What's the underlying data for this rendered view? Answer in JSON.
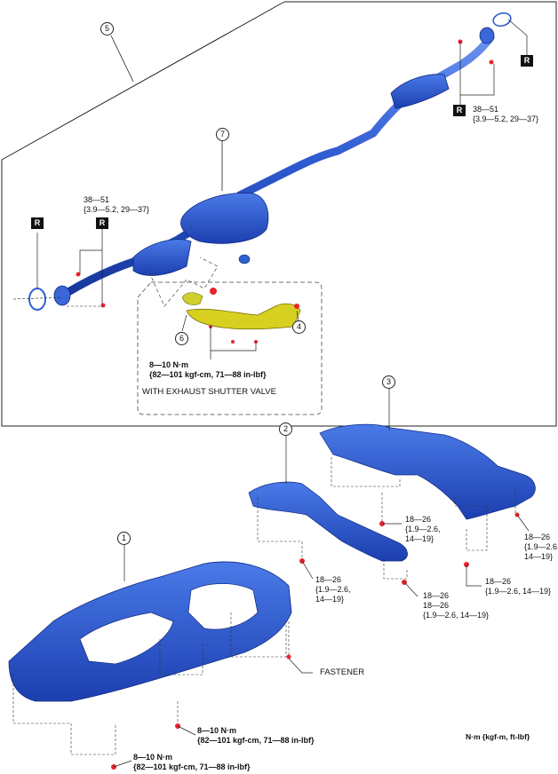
{
  "callouts": {
    "c1": "1",
    "c2": "2",
    "c3": "3",
    "c4": "4",
    "c5": "5",
    "c6": "6",
    "c7": "7"
  },
  "r_markers": {
    "r1": "R",
    "r2": "R",
    "r3": "R",
    "r4": "R"
  },
  "torques": {
    "exhaust_rear": {
      "line1": "38—51",
      "line2": "{3.9—5.2, 29—37}"
    },
    "exhaust_front": {
      "line1": "38—51",
      "line2": "{3.9—5.2, 29—37}"
    },
    "shutter": {
      "line1": "8—10 N·m",
      "line2": "{82—101 kgf-cm, 71—88 in-lbf}"
    },
    "cover3_left": {
      "line1": "18—26",
      "line2": "{1.9—2.6,",
      "line3": "14—19}"
    },
    "cover3_right": {
      "line1": "18—26",
      "line2": "{1.9—2.6,",
      "line3": "14—19}"
    },
    "cover3_bottom": {
      "line1": "18—26",
      "line2": "{1.9—2.6, 14—19}"
    },
    "cover2_left": {
      "line1": "18—26",
      "line2": "{1.9—2.6,",
      "line3": "14—19}"
    },
    "cover2_right": {
      "line1": "18—26",
      "line2": "18—26",
      "line3": "{1.9—2.6, 14—19}"
    },
    "cover1_mid": {
      "line1": "8—10 N·m",
      "line2": "{82—101 kgf-cm, 71—88 in-lbf}"
    },
    "cover1_bottom": {
      "line1": "8—10 N·m",
      "line2": "{82—101 kgf-cm, 71—88 in-lbf}"
    }
  },
  "labels": {
    "shutter_valve": "WITH EXHAUST SHUTTER VALVE",
    "fastener": "FASTENER",
    "unit_note": "N·m {kgf-m, ft-lbf}"
  },
  "colors": {
    "part_blue": "#2f5fd0",
    "part_dark": "#1a3a9a",
    "bolt_red": "#e8242c",
    "valve_yellow": "#d8d020"
  }
}
